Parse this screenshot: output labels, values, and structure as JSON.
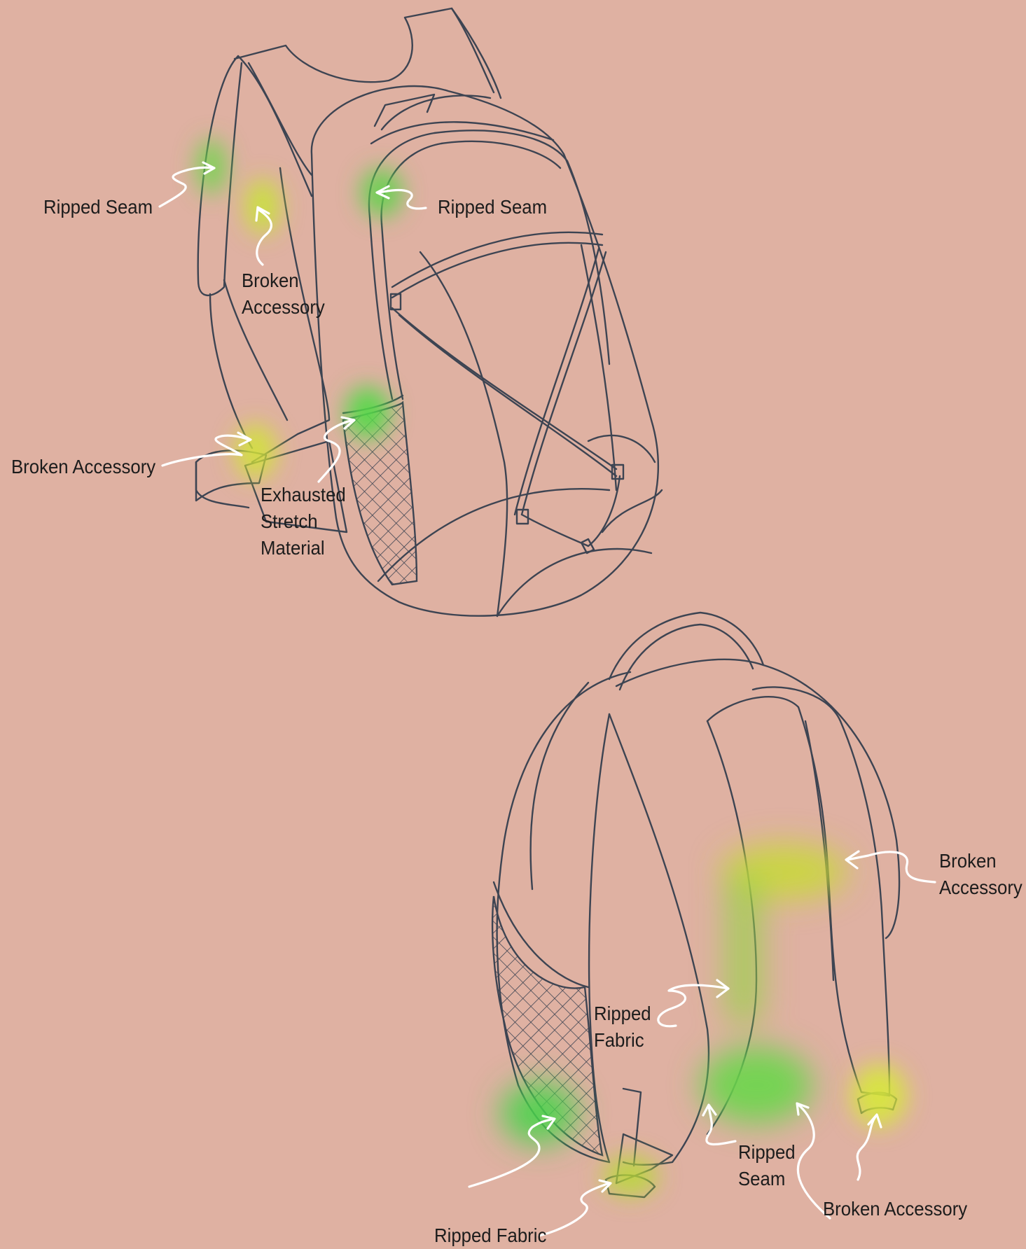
{
  "colors": {
    "background": "#dfb1a2",
    "outline": "#3d4452",
    "arrow": "#ffffff",
    "highlight_green": "#5fd34a",
    "highlight_yellow": "#d4e23a"
  },
  "labels": {
    "front_ripped_seam_left": "Ripped Seam",
    "front_ripped_seam_right": "Ripped Seam",
    "front_broken_accessory_top_1": "Broken",
    "front_broken_accessory_top_2": "Accessory",
    "front_broken_accessory_left": "Broken Accessory",
    "front_exhausted_1": "Exhausted",
    "front_exhausted_2": "Stretch",
    "front_exhausted_3": "Material",
    "back_broken_accessory_right_1": "Broken",
    "back_broken_accessory_right_2": "Accessory",
    "back_ripped_fabric_mid_1": "Ripped",
    "back_ripped_fabric_mid_2": "Fabric",
    "back_ripped_seam_1": "Ripped",
    "back_ripped_seam_2": "Seam",
    "back_broken_accessory_bottom": "Broken Accessory",
    "back_ripped_fabric_bottom": "Ripped Fabric"
  }
}
